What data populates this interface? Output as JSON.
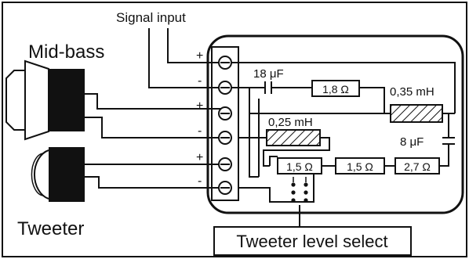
{
  "labels": {
    "signal_input": "Signal input",
    "mid_bass": "Mid-bass",
    "tweeter": "Tweeter",
    "tweeter_level_select": "Tweeter level select"
  },
  "terminals": {
    "mid_plus": "+",
    "mid_minus": "-",
    "spk1_plus": "+",
    "spk1_minus": "-",
    "spk2_plus": "+",
    "spk2_minus": "-"
  },
  "components": {
    "cap_input": "18 μF",
    "res_input": "1,8 Ω",
    "ind_high": "0,35 mH",
    "cap_shunt": "8 μF",
    "ind_low": "0,25 mH",
    "res_level_1": "1,5 Ω",
    "res_level_2": "1,5 Ω",
    "res_series": "2,7 Ω"
  }
}
